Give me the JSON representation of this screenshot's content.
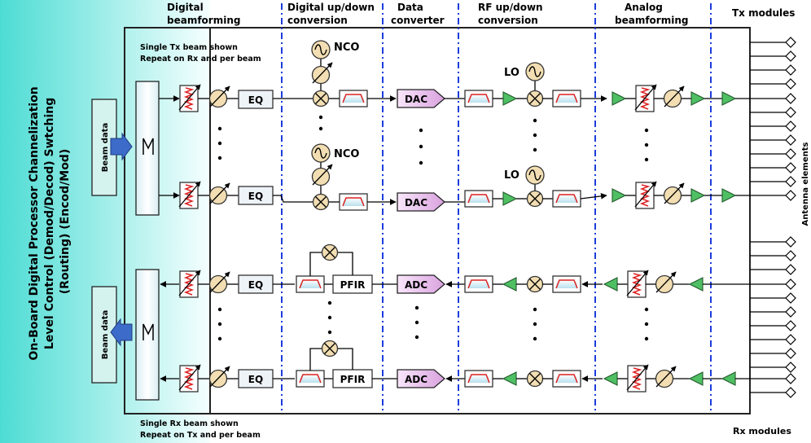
{
  "columns": {
    "digital_beamforming": [
      "Digital",
      "beamforming"
    ],
    "digital_updown": [
      "Digital up/down",
      "conversion"
    ],
    "data_converter": [
      "Data",
      "converter"
    ],
    "rf_updown": [
      "RF up/down",
      "conversion"
    ],
    "analog_beamforming": [
      "Analog",
      "beamforming"
    ],
    "tx_modules": "Tx modules"
  },
  "side_title": [
    "On-Board Digital Processor Channelization",
    "Level Control (Demod/Decod) Swtching",
    "(Routing) (Encod/Mod)"
  ],
  "notes": {
    "tx_note": [
      "Single Tx beam shown",
      "Repeat on Rx and per beam"
    ],
    "rx_note": [
      "Single Rx beam shown",
      "Repeat on Tx and per beam"
    ]
  },
  "beam_data_label": "Beam data",
  "blocks": {
    "eq": "EQ",
    "dac": "DAC",
    "adc": "ADC",
    "pfir": "PFIR",
    "nco": "NCO",
    "lo": "LO"
  },
  "antenna_label": "Antenna elements",
  "rx_modules_label": "Rx modules",
  "colors": {
    "gradient_start": "#2dd6cc",
    "gradient_end": "#f2fffe",
    "converter_fill": "#e9b8ec",
    "eq_fill": "#eef3f8",
    "amp_green": "#4fbf63",
    "phase_fill": "#f2deb2",
    "divider_blue": "#1c3ddc",
    "arrow_blue": "#3d6bc9",
    "attenuator_red": "#dd2222"
  }
}
